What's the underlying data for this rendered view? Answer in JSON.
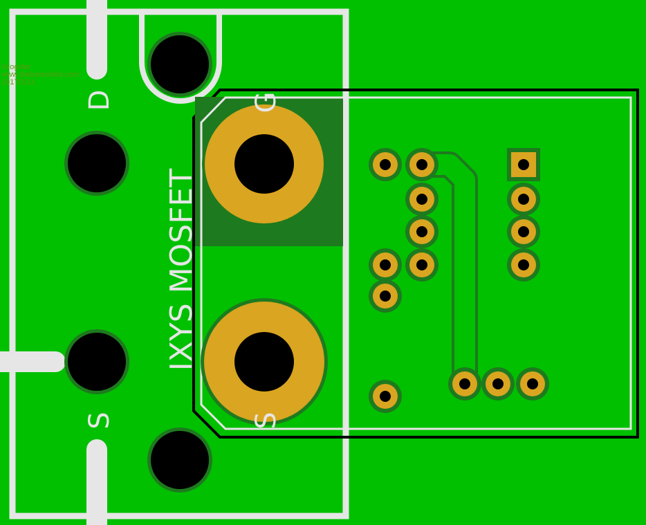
{
  "watermark": {
    "author": "Grogster",
    "site": "www.thebackshed.com",
    "date": "2017/2/11"
  },
  "labels": {
    "drain": "D",
    "gate": "G",
    "source_left": "S",
    "source_right": "S",
    "part": "IXYS MOSFET"
  },
  "colors": {
    "board": "#00c000",
    "silkscreen": "#e6e6e6",
    "pad_gold": "#daa520",
    "copper_dark": "#1e7a1e",
    "hole": "#000000",
    "outline": "#000000"
  }
}
